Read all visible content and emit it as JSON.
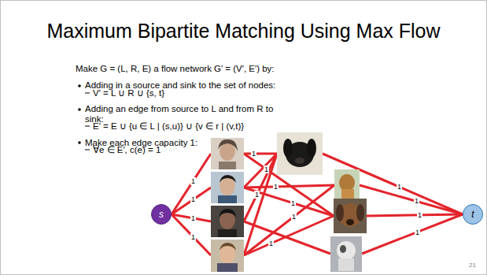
{
  "diagram": {
    "title": "Maximum Bipartite Matching Using Max Flow",
    "nodes": [
      {
        "text": [
          "s"
        ]
      },
      {
        "text": [
          "t"
        ]
      }
    ],
    "labels": [
      "Make G = (L, R, E) a flow network G′ = (V′, E′) by:",
      "Adding in a source and sink to the set of nodes:",
      "V′ = L ∪ R ∪ {s, t}",
      "Adding an edge from source to L and from R to sink:",
      "E′ = E ∪ {u ∈ L | (s,u)} ∪ {v ∈ r | (v,t)}",
      "Make each edge capacity 1:",
      "∀e ∈ E′, c(e) = 1",
      "1",
      "1",
      "1",
      "1",
      "1",
      "1",
      "1",
      "1",
      "1",
      "1",
      "1",
      "1",
      "1",
      "1",
      "1",
      "21"
    ]
  }
}
